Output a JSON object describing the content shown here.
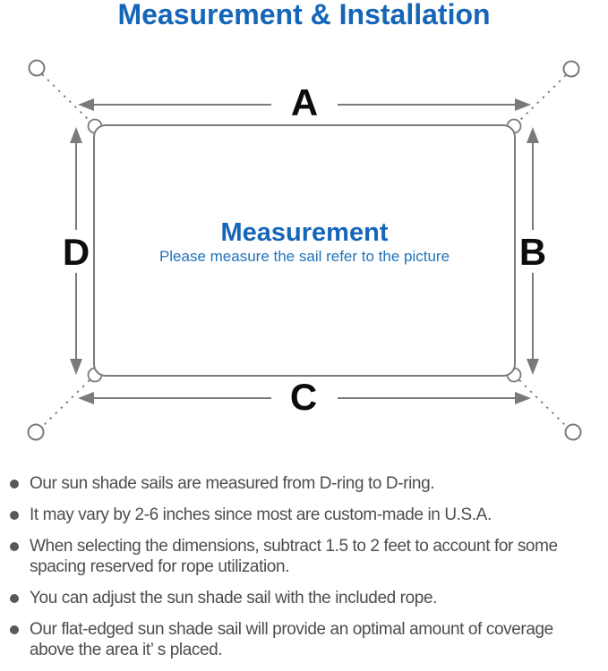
{
  "header": {
    "title": "Measurement & Installation"
  },
  "diagram": {
    "labels": {
      "top": "A",
      "right": "B",
      "bottom": "C",
      "left": "D"
    },
    "center": {
      "title": "Measurement",
      "subtitle": "Please measure the sail refer to the picture"
    }
  },
  "notes": {
    "items": [
      "Our sun shade sails are measured from D-ring to D-ring.",
      "It may vary by 2-6 inches since most are custom-made in U.S.A.",
      "When selecting the dimensions, subtract 1.5 to 2 feet to account for some spacing reserved for rope utilization.",
      "You can adjust the sun shade sail with the included rope.",
      "Our flat-edged sun shade sail will provide an optimal amount of coverage above the area it’ s placed."
    ]
  },
  "colors": {
    "accent_blue": "#1565b8",
    "subtitle_blue": "#2173ba",
    "diagram_gray": "#7a7a7a",
    "label_black": "#0d0d0d",
    "body_text_gray": "#4d4d4d"
  }
}
